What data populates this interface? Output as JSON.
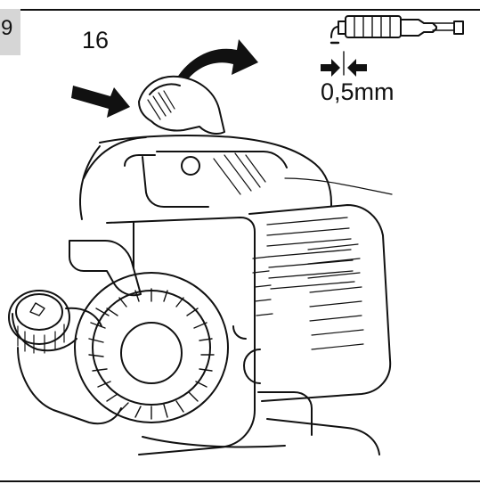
{
  "step_marker": "9",
  "callouts": {
    "part_number": "16",
    "electrode_gap": "0,5mm"
  },
  "colors": {
    "line": "#111111",
    "tab": "#d6d6d6",
    "paper": "#ffffff"
  }
}
